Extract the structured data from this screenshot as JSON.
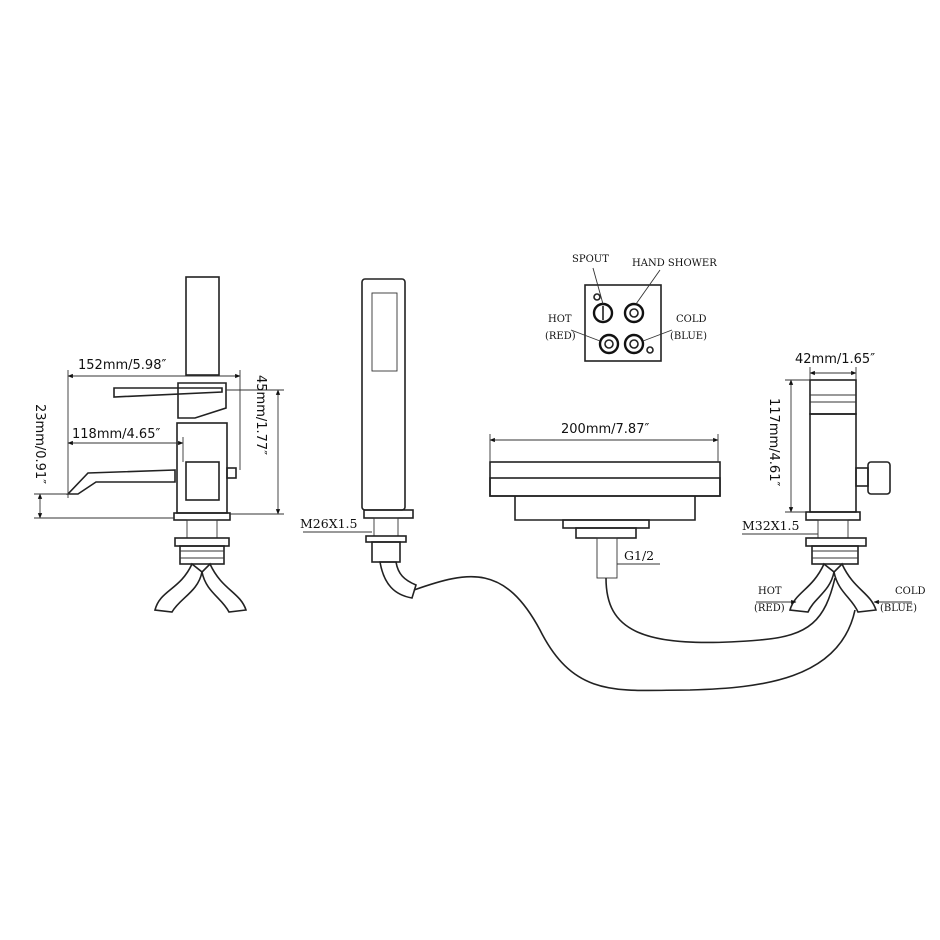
{
  "dimensions": {
    "spout_length": "152mm/5.98″",
    "spout_reach": "118mm/4.65″",
    "spout_height_left": "23mm/0.91″",
    "lever_height": "45mm/1.77″",
    "spout_width": "200mm/7.87″",
    "valve_width": "42mm/1.65″",
    "valve_height": "117mm/4.61″"
  },
  "threads": {
    "hand_shower": "M26X1.5",
    "spout_inlet": "G1/2",
    "valve": "M32X1.5"
  },
  "connection_diagram": {
    "spout": "SPOUT",
    "hand_shower": "HAND SHOWER",
    "hot": "HOT",
    "hot_color": "(RED)",
    "cold": "COLD",
    "cold_color": "(BLUE)"
  },
  "hoses": {
    "hot": "HOT",
    "hot_color": "(RED)",
    "cold": "COLD",
    "cold_color": "(BLUE)"
  }
}
